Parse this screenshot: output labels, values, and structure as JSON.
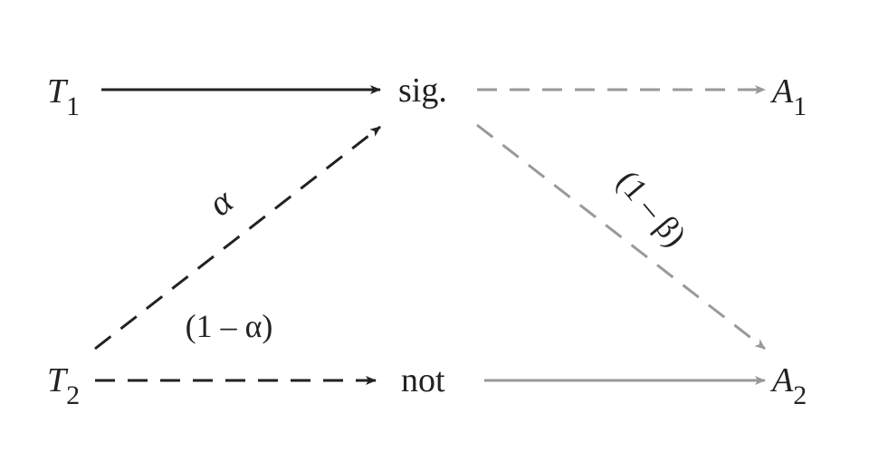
{
  "nodes": {
    "t1": {
      "base": "T",
      "sub": "1"
    },
    "t2": {
      "base": "T",
      "sub": "2"
    },
    "sig": "sig.",
    "not": "not",
    "a1": {
      "base": "A",
      "sub": "1"
    },
    "a2": {
      "base": "A",
      "sub": "2"
    }
  },
  "edge_labels": {
    "alpha": "α",
    "one_minus_alpha": "(1 – α)",
    "one_minus_beta": "(1 – β)"
  },
  "colors": {
    "dark": "#222222",
    "gray": "#999999"
  }
}
